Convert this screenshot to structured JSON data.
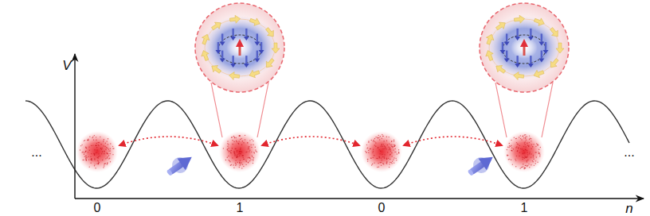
{
  "diagram": {
    "labels": [
      "V",
      "...",
      "...",
      "0",
      "1",
      "0",
      "1",
      "n"
    ]
  }
}
